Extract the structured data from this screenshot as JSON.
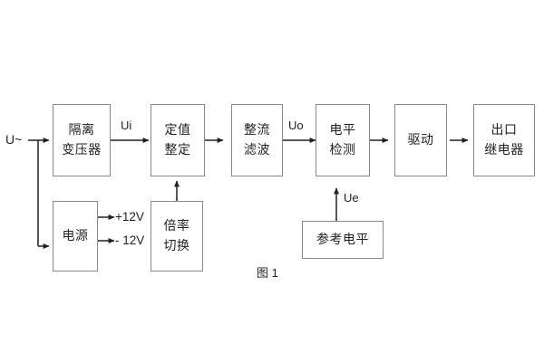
{
  "figure": {
    "caption": "图 1",
    "source_label": "U~",
    "stroke_color": "#8a8a8a",
    "text_color": "#231f20",
    "background_color": "#ffffff"
  },
  "blocks": [
    {
      "id": "isolation-transformer",
      "lines": [
        "隔离",
        "变压器"
      ]
    },
    {
      "id": "setting-value",
      "lines": [
        "定值",
        "整定"
      ]
    },
    {
      "id": "rectify-filter",
      "lines": [
        "整流",
        "滤波"
      ]
    },
    {
      "id": "level-detect",
      "lines": [
        "电平",
        "检测"
      ]
    },
    {
      "id": "drive",
      "lines": [
        "驱动"
      ]
    },
    {
      "id": "output-relay",
      "lines": [
        "出口",
        "继电器"
      ]
    },
    {
      "id": "power-supply",
      "lines": [
        "电源"
      ]
    },
    {
      "id": "multiplier-switch",
      "lines": [
        "倍率",
        "切换"
      ]
    },
    {
      "id": "reference-level",
      "lines": [
        "参考电平"
      ]
    }
  ],
  "signal_labels": {
    "ui": "Ui",
    "uo": "Uo",
    "ue": "Ue"
  },
  "power_rails": [
    {
      "id": "rail-positive",
      "label": "+12V"
    },
    {
      "id": "rail-negative",
      "label": "- 12V"
    }
  ]
}
